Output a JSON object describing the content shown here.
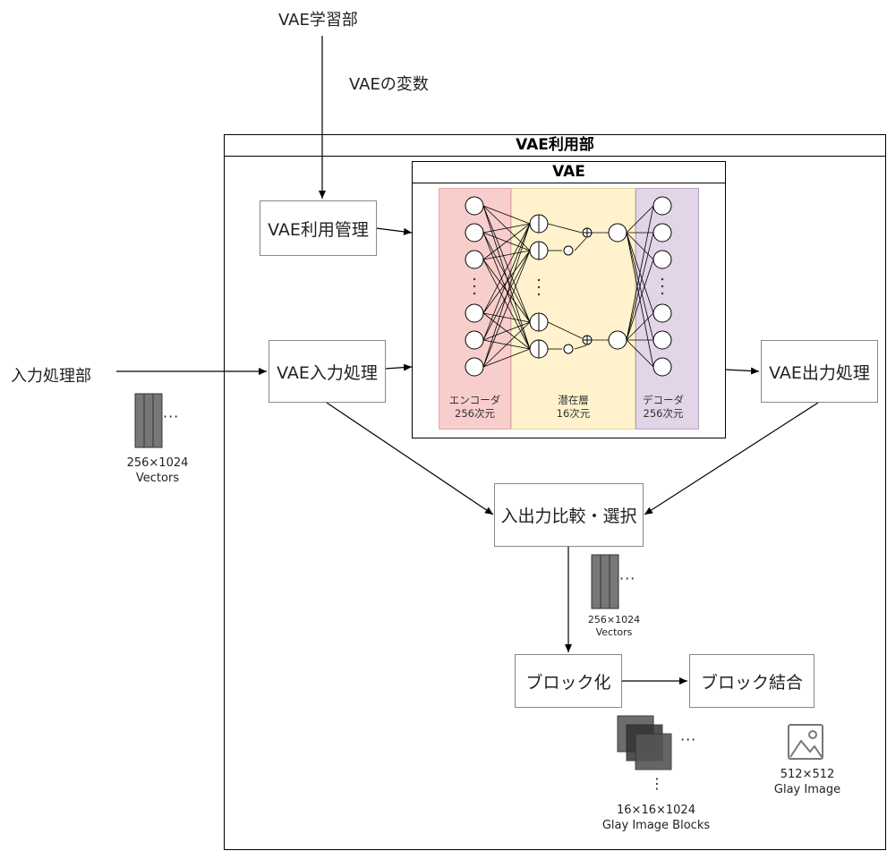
{
  "labels": {
    "vae_training": "VAE学習部",
    "vae_variables": "VAEの変数",
    "input_processing_unit": "入力処理部"
  },
  "vae_use_frame": {
    "title": "VAE利用部"
  },
  "vae_frame": {
    "title": "VAE",
    "encoder": {
      "name": "エンコーダ",
      "dim": "256次元",
      "color": "#f8cecc"
    },
    "latent": {
      "name": "潜在層",
      "dim": "16次元",
      "color": "#fff2cc"
    },
    "decoder": {
      "name": "デコーダ",
      "dim": "256次元",
      "color": "#e1d5e7"
    }
  },
  "boxes": {
    "vae_manage": "VAE利用管理",
    "vae_input": "VAE入力処理",
    "vae_output": "VAE出力処理",
    "compare_select": "入出力比較・選択",
    "blockify": "ブロック化",
    "block_join": "ブロック結合"
  },
  "captions": {
    "vectors_left": {
      "line1": "256×1024",
      "line2": "Vectors",
      "dots": "···"
    },
    "vectors_mid": {
      "line1": "256×1024",
      "line2": "Vectors",
      "dots": "···"
    },
    "blocks": {
      "line1": "16×16×1024",
      "line2": "Glay Image Blocks",
      "dots_h": "···",
      "dots_v": "⋮"
    },
    "image": {
      "line1": "512×512",
      "line2": "Glay Image"
    }
  },
  "icons": {
    "vector_stack": "vector-stack-icon",
    "block_stack": "block-stack-icon",
    "image": "image-icon"
  }
}
